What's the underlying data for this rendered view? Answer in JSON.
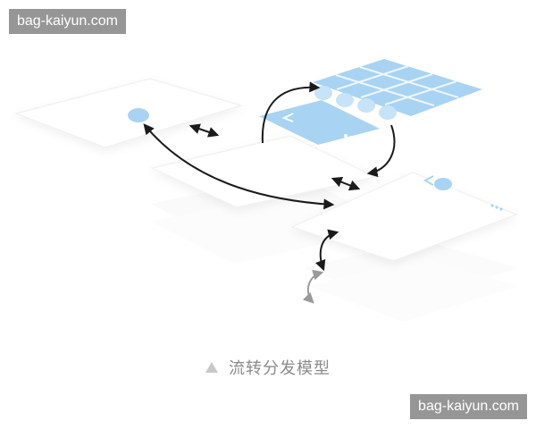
{
  "watermarks": [
    "bag-kaiyun.com",
    "bag-kaiyun.com"
  ],
  "caption": "流转分发模型",
  "colors": {
    "accent": "#a9d3f3",
    "accent_dark": "#8ec6ee",
    "card_stroke": "#f0f0f0",
    "arrow": "#1b1b1b"
  }
}
